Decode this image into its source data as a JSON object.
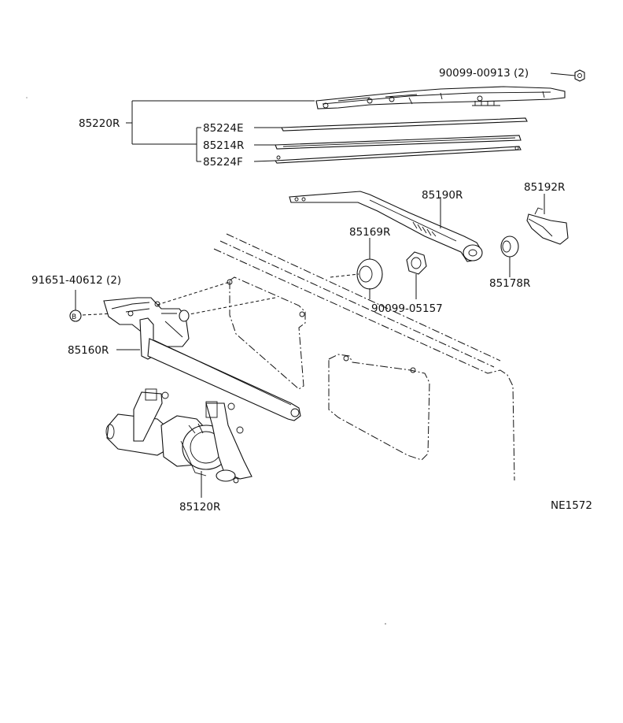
{
  "diagram": {
    "labels": {
      "p90099_00913": "90099-00913 (2)",
      "p85220R": "85220R",
      "p85224E": "85224E",
      "p85214R": "85214R",
      "p85224F": "85224F",
      "p85190R": "85190R",
      "p85192R": "85192R",
      "p85169R": "85169R",
      "p91651_40612": "91651-40612 (2)",
      "p90099_05157": "90099-05157",
      "p85178R": "85178R",
      "p85160R": "85160R",
      "p85120R": "85120R",
      "fig_code": "NE1572"
    },
    "bolt_symbol": "B"
  }
}
